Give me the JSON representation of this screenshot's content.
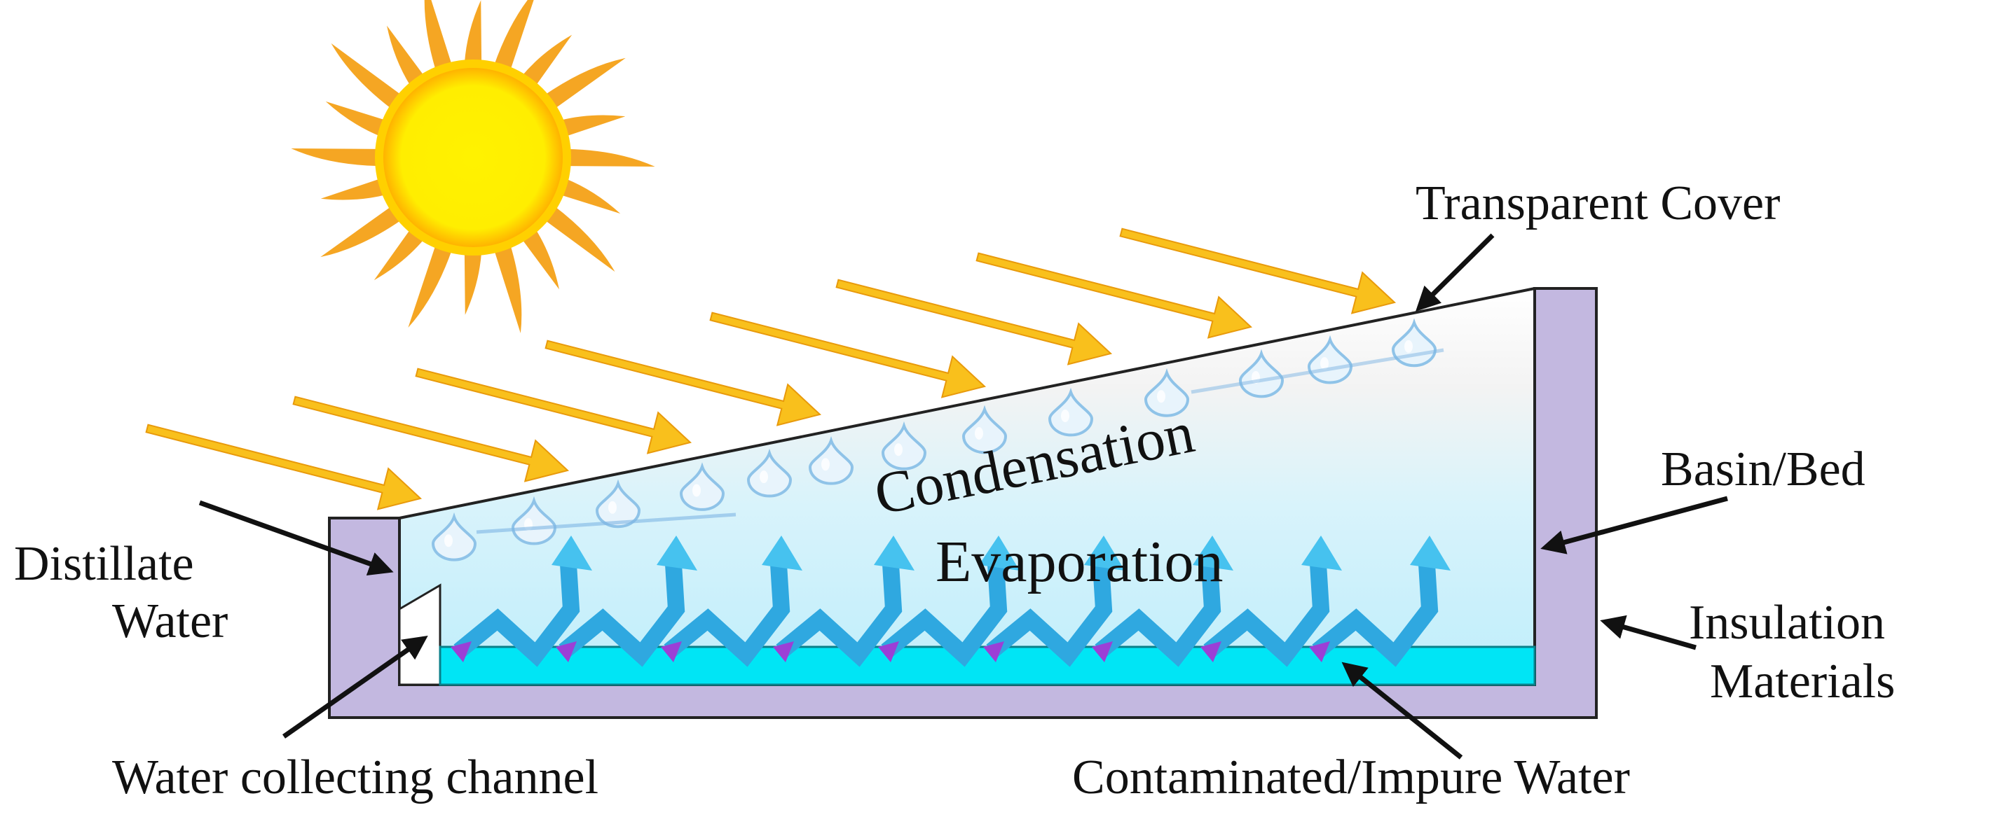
{
  "labels": {
    "transparent_cover": "Transparent Cover",
    "condensation": "Condensation",
    "evaporation": "Evaporation",
    "basin_bed": "Basin/Bed",
    "distillate_line1": "Distillate",
    "distillate_line2": "Water",
    "insulation_line1": "Insulation",
    "insulation_line2": "Materials",
    "water_channel": "Water collecting channel",
    "contaminated_water": "Contaminated/Impure Water"
  },
  "colors": {
    "sun_core": "#FFF200",
    "sun_rays": "#F5A623",
    "sunlight_arrows": "#F9C01C",
    "insulation": "#C3B8E0",
    "water": "#00E5F5",
    "vapor_arrow": "#2FA8E0",
    "vapor_tip": "#9B3FD6",
    "droplet": "#8FC3E8"
  },
  "icons": [
    "sun-icon",
    "sunlight-arrow",
    "droplet-icon",
    "vapor-arrow"
  ]
}
